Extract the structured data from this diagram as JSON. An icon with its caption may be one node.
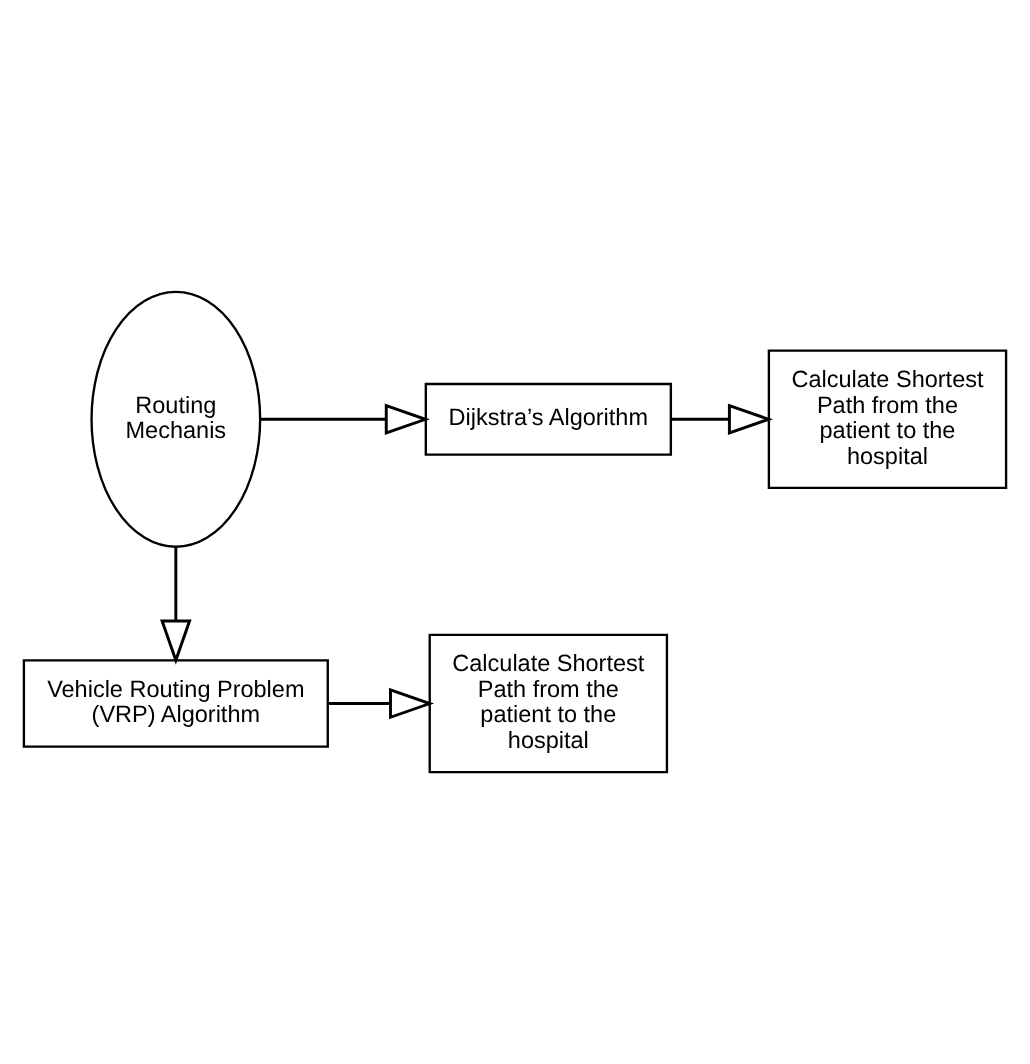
{
  "diagram": {
    "nodes": [
      {
        "text": [
          "Routing Mechanis"
        ]
      },
      {
        "text": [
          "Dijkstra’s Algorithm"
        ]
      },
      {
        "text": [
          "Calculate Shortest Path from the patient to the hospital"
        ]
      },
      {
        "text": [
          "Vehicle Routing Problem (VRP) Algorithm"
        ]
      },
      {
        "text": [
          "Calculate Shortest Path from the patient to the hospital"
        ]
      }
    ],
    "edges": [
      {
        "from": 0,
        "to": 1,
        "arrow": "to"
      },
      {
        "from": 1,
        "to": 2,
        "arrow": "to"
      },
      {
        "from": 0,
        "to": 3,
        "arrow": "to"
      },
      {
        "from": 3,
        "to": 4,
        "arrow": "to"
      }
    ]
  }
}
